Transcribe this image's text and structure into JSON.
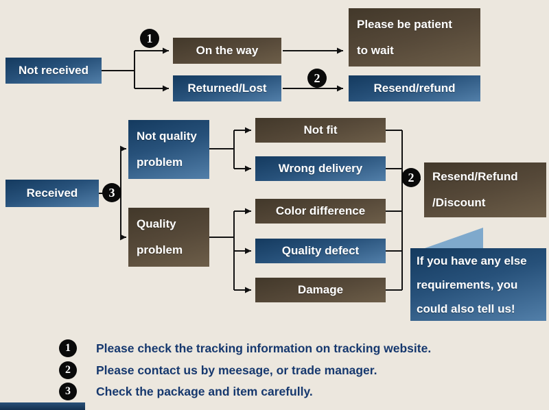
{
  "flowchart": {
    "not_received": {
      "label": "Not received"
    },
    "on_the_way": {
      "label": "On the way"
    },
    "returned_lost": {
      "label": "Returned/Lost"
    },
    "be_patient": {
      "line1": "Please be patient",
      "line2": "to wait"
    },
    "resend_refund": {
      "label": "Resend/refund"
    },
    "received": {
      "label": "Received"
    },
    "not_quality_problem": {
      "line1": "Not quality",
      "line2": "problem"
    },
    "quality_problem": {
      "line1": "Quality",
      "line2": "problem"
    },
    "not_fit": {
      "label": "Not fit"
    },
    "wrong_delivery": {
      "label": "Wrong delivery"
    },
    "color_difference": {
      "label": "Color difference"
    },
    "quality_defect": {
      "label": "Quality defect"
    },
    "damage": {
      "label": "Damage"
    },
    "resend_refund_discount": {
      "line1": "Resend/Refund",
      "line2": "/Discount"
    },
    "note_bubble": {
      "line1": "If you have any else",
      "line2": "requirements, you",
      "line3": "could also tell us!"
    },
    "marker1": "1",
    "marker2": "2",
    "marker3": "3"
  },
  "legend": {
    "items": [
      {
        "num": "1",
        "text": "Please check the tracking information on tracking website."
      },
      {
        "num": "2",
        "text": "Please contact us by meesage, or trade manager."
      },
      {
        "num": "3",
        "text": "Check the package and item carefully."
      }
    ]
  },
  "colors": {
    "background": "#ece7de",
    "blue_box": "#27517a",
    "brown_box": "#554838",
    "bubble_tail": "#7fa9cc",
    "legend_text": "#16386e",
    "connector": "#111111"
  }
}
